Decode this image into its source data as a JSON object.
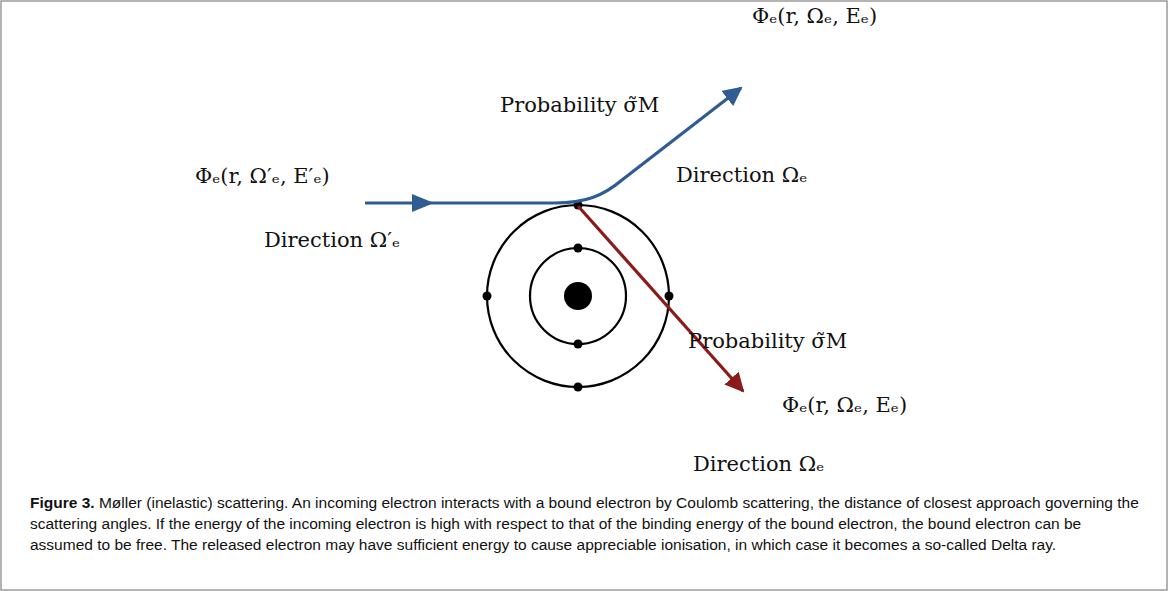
{
  "diagram": {
    "caption": "Figure 3. Møller (inelastic) scattering. An incoming electron interacts with a bound electron by Coulomb scattering, the distance of closest approach governing the scattering angles. If the energy of the incoming electron is high with respect to that of the binding energy of the bound electron, the bound electron can be assumed to be free. The released electron may have sufficient energy to cause appreciable ionisation, in which case it becomes a so-called Delta ray.",
    "labels": [
      "Φₑ(r, Ωₑ, Eₑ)",
      "Φₑ(r, Ω′ₑ, E′ₑ)",
      "Probability σ̃M",
      "Direction Ωₑ",
      "Direction Ω′ₑ",
      "Probability σ̃M",
      "Φₑ(r, Ωₑ, Eₑ)",
      "Direction Ωₑ"
    ]
  }
}
